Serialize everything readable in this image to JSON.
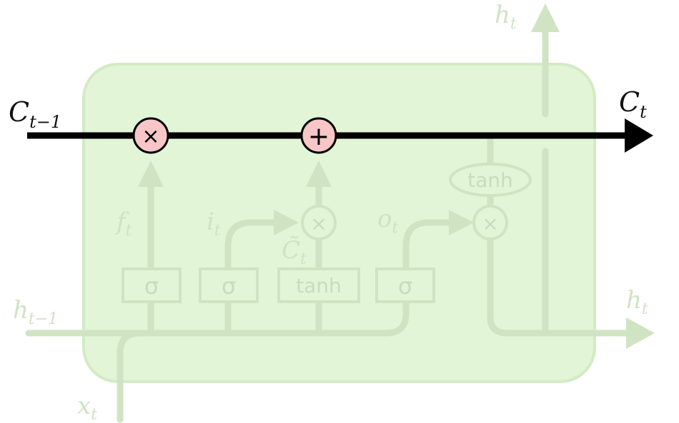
{
  "labels": {
    "c_prev": {
      "base": "C",
      "sub": "t−1"
    },
    "c_next": {
      "base": "C",
      "sub": "t"
    },
    "h_prev": {
      "base": "h",
      "sub": "t−1"
    },
    "h_out_top": {
      "base": "h",
      "sub": "t"
    },
    "h_out_right": {
      "base": "h",
      "sub": "t"
    },
    "x_in": {
      "base": "x",
      "sub": "t"
    },
    "forget": {
      "base": "f",
      "sub": "t"
    },
    "input": {
      "base": "i",
      "sub": "t"
    },
    "candidate": {
      "base": "C̃",
      "sub": "t"
    },
    "output": {
      "base": "o",
      "sub": "t"
    }
  },
  "gates": {
    "forget_sigma": "σ",
    "input_sigma": "σ",
    "candidate_tanh": "tanh",
    "output_sigma": "σ",
    "cell_tanh": "tanh"
  },
  "ops": {
    "forget_multiply": "×",
    "cell_add": "+",
    "input_multiply": "×",
    "output_multiply": "×"
  },
  "colors": {
    "cell_fill": "#e2f5d6",
    "cell_stroke": "#d3ebc5",
    "faded_line": "#d0e4c4",
    "faded_text": "#cfe3c3",
    "highlight_line": "#000000",
    "pointwise_fill": "#f7c6c6"
  }
}
